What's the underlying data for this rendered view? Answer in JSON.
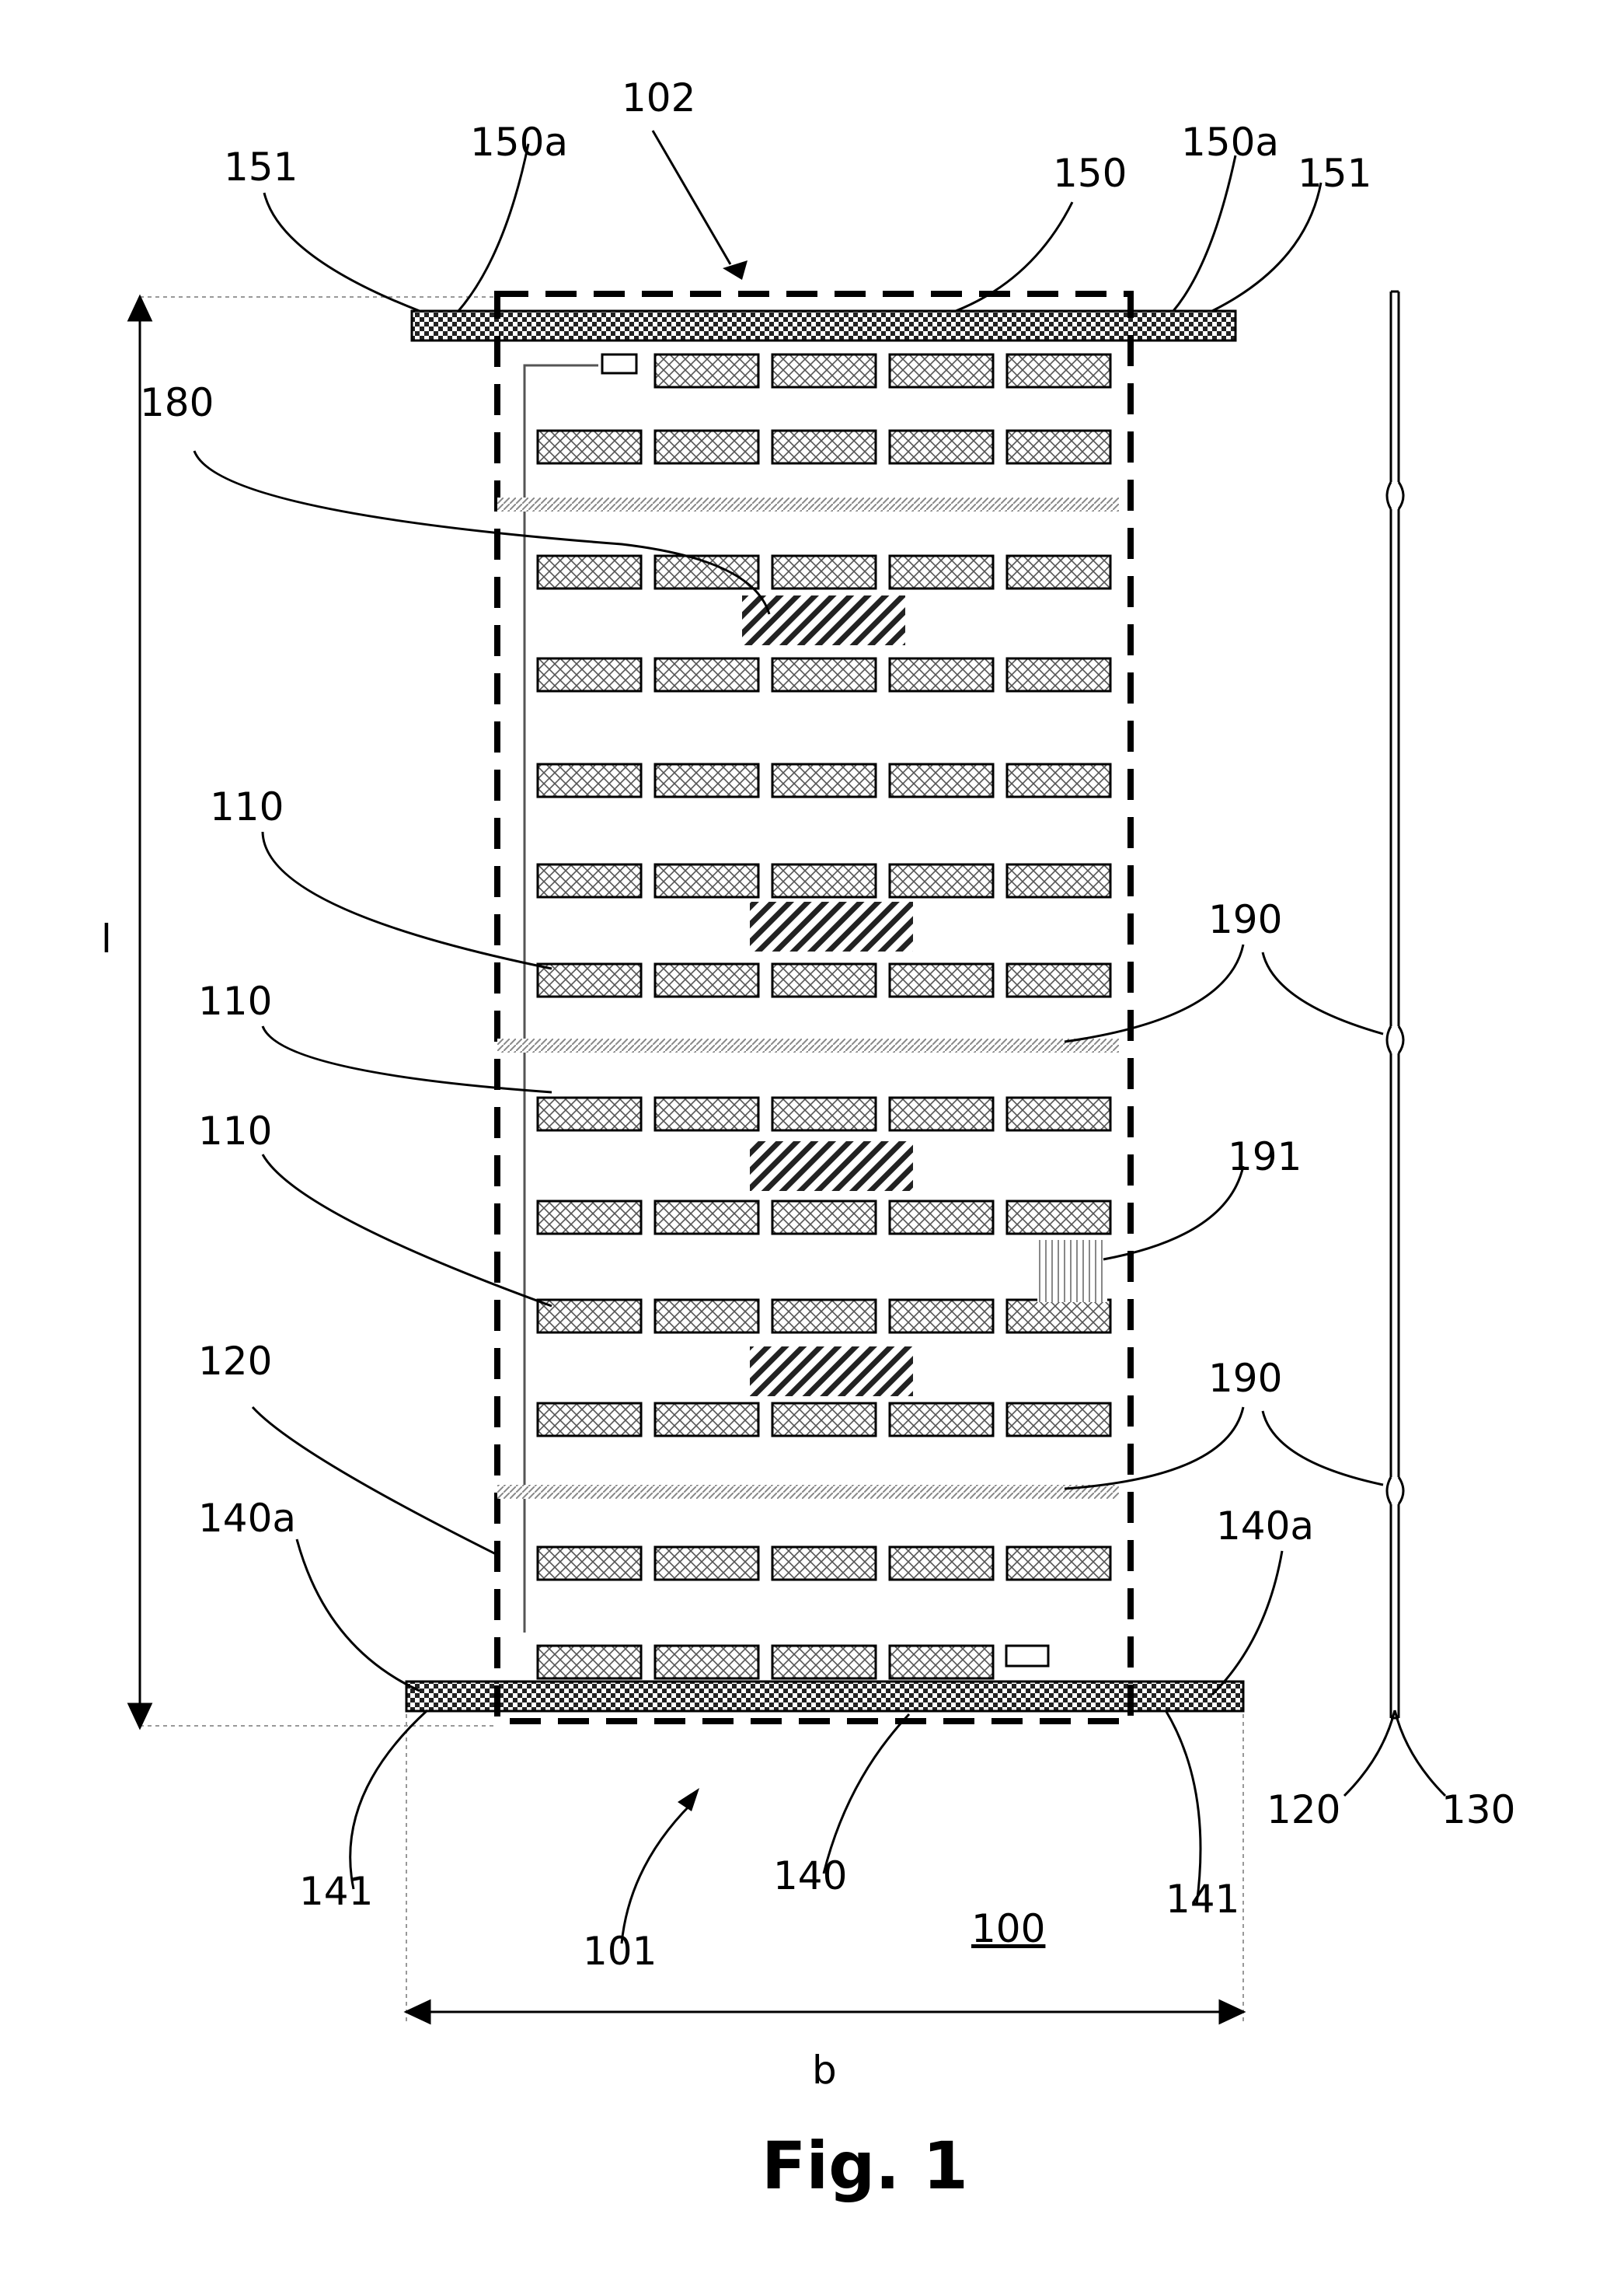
{
  "figure": {
    "caption": "Fig. 1",
    "colors": {
      "line": "#000000",
      "hatch": "#6b6b6b",
      "grey": "#9a9a9a"
    },
    "labels": {
      "l_100": "100",
      "l_101": "101",
      "l_102": "102",
      "l_110a": "110",
      "l_110b": "110",
      "l_110c": "110",
      "l_120": "120",
      "l_120b": "120",
      "l_130": "130",
      "l_140": "140",
      "l_140a_left": "140a",
      "l_140a_right": "140a",
      "l_141_left": "141",
      "l_141_right": "141",
      "l_150": "150",
      "l_150a_left": "150a",
      "l_150a_right": "150a",
      "l_151_left": "151",
      "l_151_right": "151",
      "l_180": "180",
      "l_190a": "190",
      "l_190b": "190",
      "l_191": "191",
      "dim_length": "l",
      "dim_width": "b"
    }
  }
}
